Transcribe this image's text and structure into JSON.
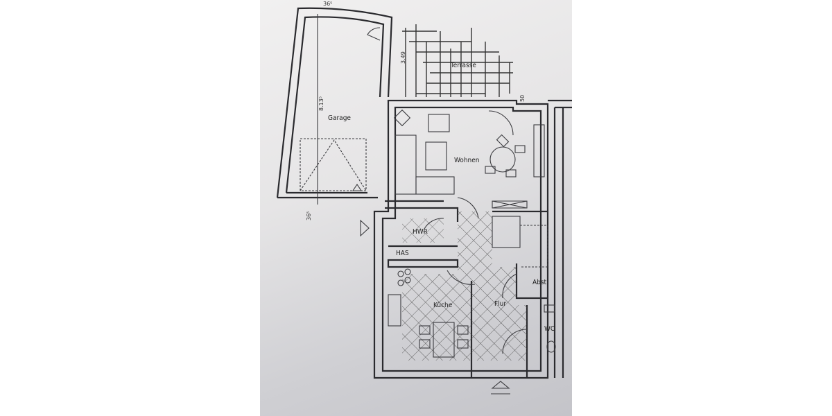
{
  "rooms": {
    "garage": "Garage",
    "terrace": "Terrasse",
    "living": "Wohnen",
    "utility": "HWR",
    "house_connection": "HAS",
    "kitchen": "Küche",
    "hallway": "Flur",
    "storage": "Abst",
    "toilet": "WC"
  },
  "dimensions": {
    "garage_top_wall": "36⁵",
    "garage_length": "8.13⁵",
    "terrace_depth": "3.49",
    "wall_right": "50",
    "garage_bottom_wall": "36⁵"
  },
  "colors": {
    "paper": "#e6e5e6",
    "ink": "#2a2a2e"
  }
}
